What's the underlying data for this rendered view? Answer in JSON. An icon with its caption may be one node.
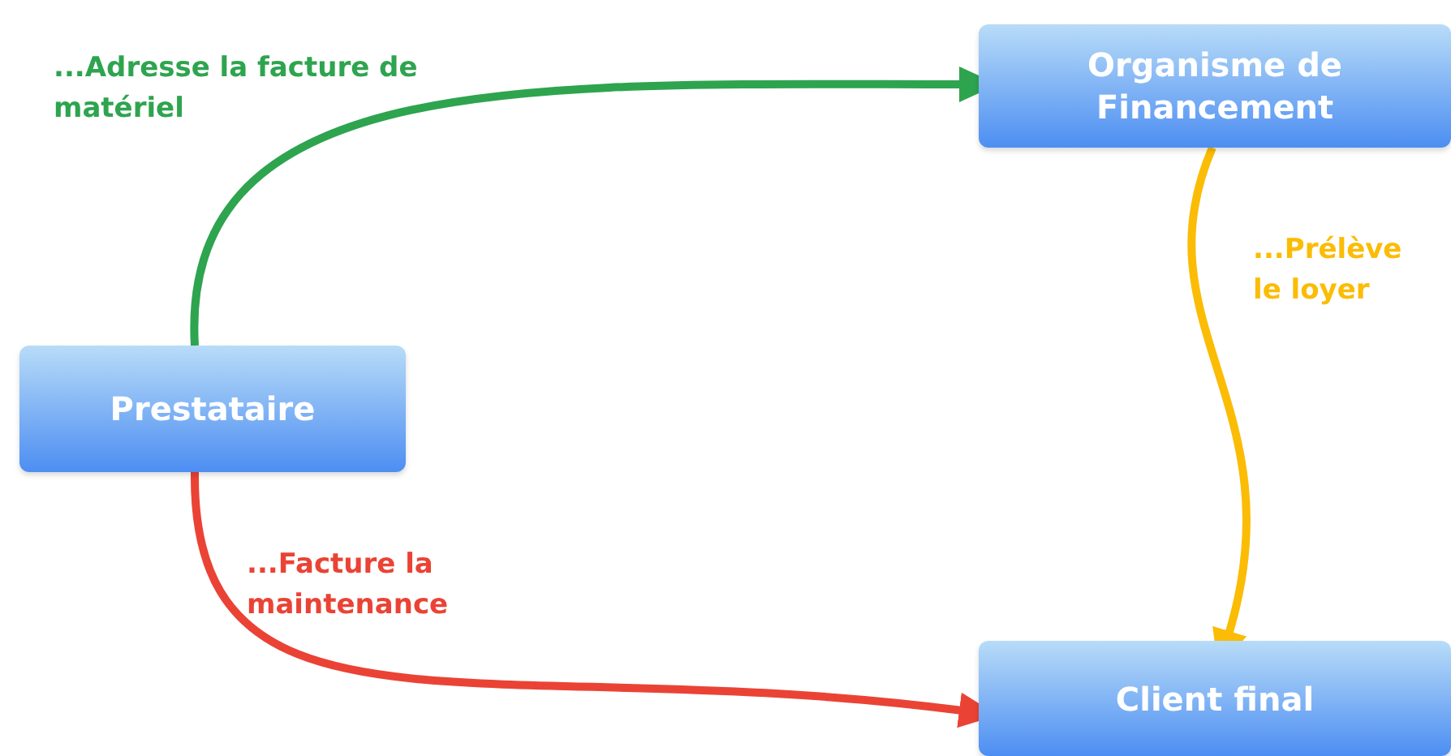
{
  "diagram": {
    "nodes": [
      {
        "text": [
          "Organisme de Financement"
        ]
      },
      {
        "text": [
          "Prestataire"
        ]
      },
      {
        "text": [
          "Client final"
        ]
      }
    ],
    "edges": [
      {
        "from": 1,
        "to": 0,
        "arrow": "to",
        "label": "...Adresse la facture de matériel",
        "color": "#2ea44f"
      },
      {
        "from": 0,
        "to": 2,
        "arrow": "to",
        "label": "...Prélève le loyer",
        "color": "#fbbc05"
      },
      {
        "from": 1,
        "to": 2,
        "arrow": "to",
        "label": "...Facture la maintenance",
        "color": "#ea4335"
      }
    ]
  }
}
